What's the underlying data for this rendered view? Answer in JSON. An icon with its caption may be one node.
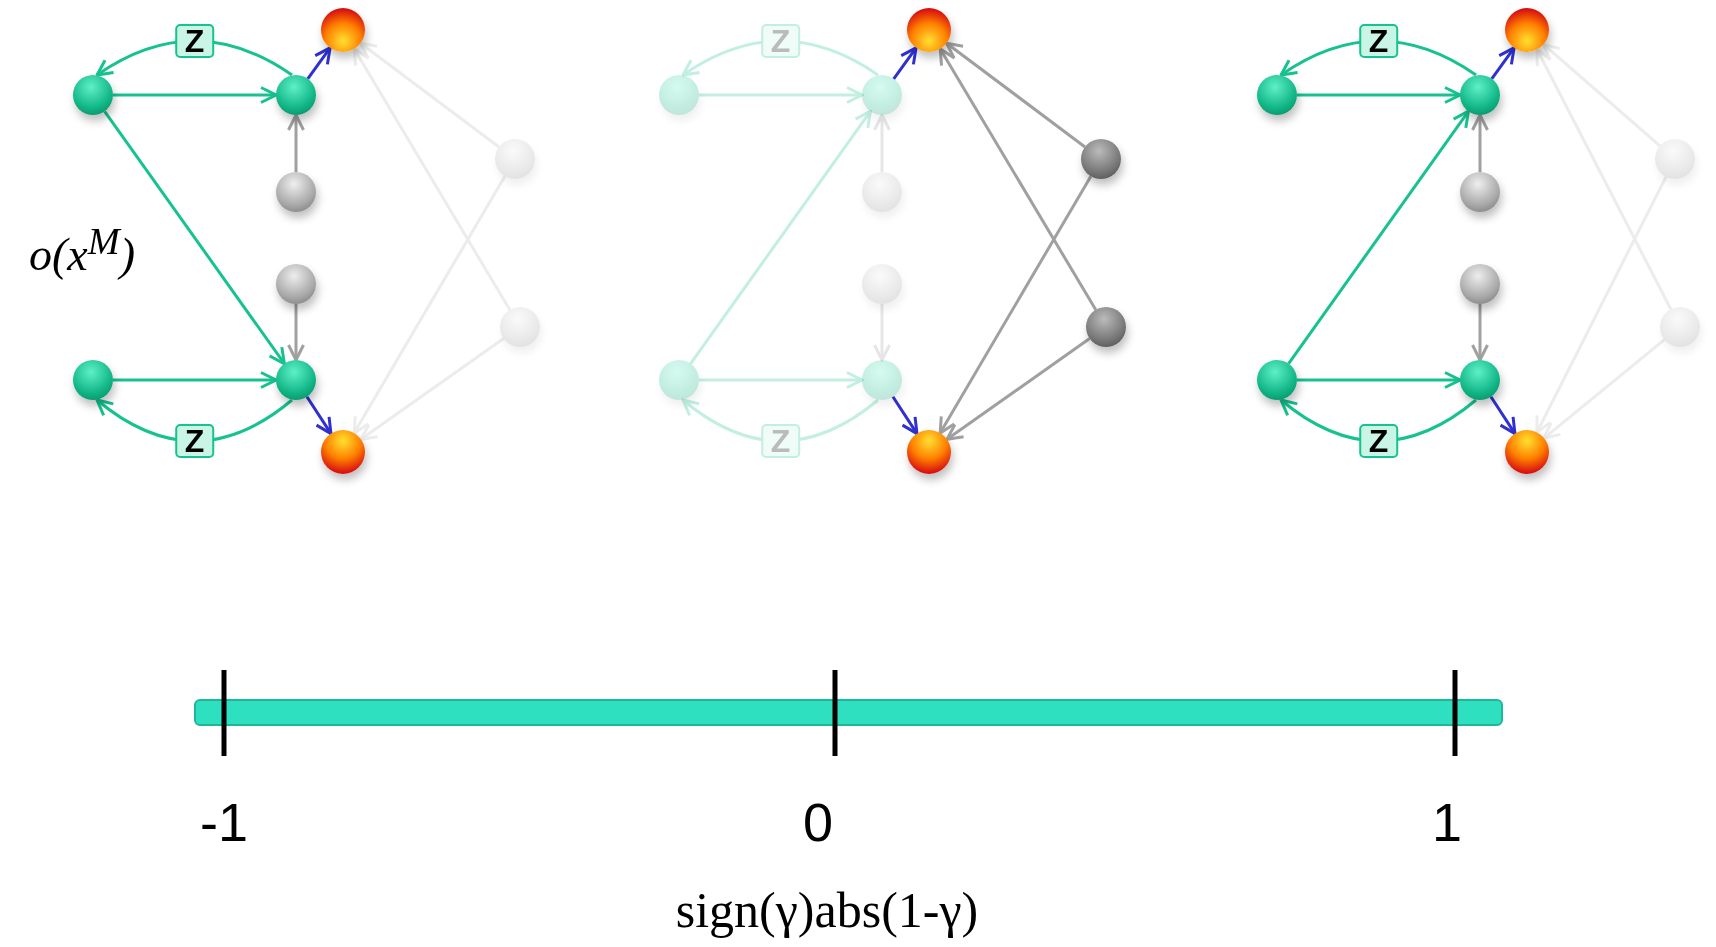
{
  "diagram": {
    "nodes": [
      {
        "text": [],
        "shape": "circle"
      },
      {
        "text": [],
        "shape": "circle"
      },
      {
        "text": [],
        "shape": "circle"
      },
      {
        "text": [],
        "shape": "circle"
      },
      {
        "text": [],
        "shape": "circle"
      },
      {
        "text": [],
        "shape": "circle"
      },
      {
        "text": [],
        "shape": "circle"
      },
      {
        "text": [],
        "shape": "circle"
      },
      {
        "text": [],
        "shape": "circle"
      },
      {
        "text": [],
        "shape": "circle"
      },
      {
        "text": [],
        "shape": "circle"
      },
      {
        "text": [],
        "shape": "circle"
      },
      {
        "text": [],
        "shape": "circle"
      },
      {
        "text": [],
        "shape": "circle"
      },
      {
        "text": [],
        "shape": "circle"
      },
      {
        "text": [],
        "shape": "circle"
      },
      {
        "text": [],
        "shape": "circle"
      },
      {
        "text": [],
        "shape": "circle"
      },
      {
        "text": [],
        "shape": "circle"
      },
      {
        "text": [],
        "shape": "circle"
      },
      {
        "text": [],
        "shape": "circle"
      },
      {
        "text": [],
        "shape": "circle"
      },
      {
        "text": [],
        "shape": "circle"
      },
      {
        "text": [],
        "shape": "circle"
      },
      {
        "text": [],
        "shape": "circle"
      },
      {
        "text": [],
        "shape": "circle"
      },
      {
        "text": [],
        "shape": "circle"
      },
      {
        "text": [],
        "shape": "circle"
      },
      {
        "text": [],
        "shape": "circle"
      },
      {
        "text": [],
        "shape": "circle"
      }
    ],
    "edges": [
      {
        "from": 0,
        "to": 1,
        "arrow": "to",
        "color": "#18c290"
      },
      {
        "from": 0,
        "to": 3,
        "arrow": "to",
        "color": "#18c290"
      },
      {
        "from": 2,
        "to": 3,
        "arrow": "to",
        "color": "#18c290"
      },
      {
        "from": 1,
        "to": 0,
        "arrow": "to",
        "label": "Z",
        "color": "#18c290"
      },
      {
        "from": 3,
        "to": 2,
        "arrow": "to",
        "label": "Z",
        "color": "#18c290"
      },
      {
        "from": 4,
        "to": 1,
        "arrow": "to",
        "color": "#a0a0a0"
      },
      {
        "from": 5,
        "to": 3,
        "arrow": "to",
        "color": "#a0a0a0"
      },
      {
        "from": 1,
        "to": 6,
        "arrow": "to",
        "color": "#3030d0"
      },
      {
        "from": 3,
        "to": 7,
        "arrow": "to",
        "color": "#3030d0"
      },
      {
        "from": 8,
        "to": 6,
        "arrow": "to",
        "color": "#ececec"
      },
      {
        "from": 8,
        "to": 7,
        "arrow": "to",
        "color": "#ececec"
      },
      {
        "from": 9,
        "to": 6,
        "arrow": "to",
        "color": "#ececec"
      },
      {
        "from": 9,
        "to": 7,
        "arrow": "to",
        "color": "#ececec"
      },
      {
        "from": 10,
        "to": 11,
        "arrow": "to",
        "color": "#c2efe2"
      },
      {
        "from": 12,
        "to": 11,
        "arrow": "to",
        "color": "#c2efe2"
      },
      {
        "from": 12,
        "to": 13,
        "arrow": "to",
        "color": "#c2efe2"
      },
      {
        "from": 11,
        "to": 10,
        "arrow": "to",
        "label": "Z",
        "color": "#c2efe2"
      },
      {
        "from": 13,
        "to": 12,
        "arrow": "to",
        "label": "Z",
        "color": "#c2efe2"
      },
      {
        "from": 14,
        "to": 11,
        "arrow": "to",
        "color": "#e6e6e6"
      },
      {
        "from": 15,
        "to": 13,
        "arrow": "to",
        "color": "#e6e6e6"
      },
      {
        "from": 11,
        "to": 16,
        "arrow": "to",
        "color": "#3030d0"
      },
      {
        "from": 13,
        "to": 17,
        "arrow": "to",
        "color": "#3030d0"
      },
      {
        "from": 18,
        "to": 16,
        "arrow": "to",
        "color": "#a0a0a0"
      },
      {
        "from": 18,
        "to": 17,
        "arrow": "to",
        "color": "#a0a0a0"
      },
      {
        "from": 19,
        "to": 16,
        "arrow": "to",
        "color": "#a0a0a0"
      },
      {
        "from": 19,
        "to": 17,
        "arrow": "to",
        "color": "#a0a0a0"
      },
      {
        "from": 20,
        "to": 21,
        "arrow": "to",
        "color": "#18c290"
      },
      {
        "from": 22,
        "to": 21,
        "arrow": "to",
        "color": "#18c290"
      },
      {
        "from": 22,
        "to": 23,
        "arrow": "to",
        "color": "#18c290"
      },
      {
        "from": 21,
        "to": 20,
        "arrow": "to",
        "label": "Z",
        "color": "#18c290"
      },
      {
        "from": 23,
        "to": 22,
        "arrow": "to",
        "label": "Z",
        "color": "#18c290"
      },
      {
        "from": 24,
        "to": 21,
        "arrow": "to",
        "color": "#a0a0a0"
      },
      {
        "from": 25,
        "to": 23,
        "arrow": "to",
        "color": "#a0a0a0"
      },
      {
        "from": 21,
        "to": 26,
        "arrow": "to",
        "color": "#3030d0"
      },
      {
        "from": 23,
        "to": 27,
        "arrow": "to",
        "color": "#3030d0"
      },
      {
        "from": 28,
        "to": 26,
        "arrow": "to",
        "color": "#ececec"
      },
      {
        "from": 28,
        "to": 27,
        "arrow": "to",
        "color": "#ececec"
      },
      {
        "from": 29,
        "to": 26,
        "arrow": "to",
        "color": "#ececec"
      },
      {
        "from": 29,
        "to": 27,
        "arrow": "to",
        "color": "#ececec"
      }
    ],
    "labels": [
      "o(x$^{M}$)",
      "-1",
      "0",
      "1",
      "sign(γ)abs(1-γ)"
    ]
  }
}
